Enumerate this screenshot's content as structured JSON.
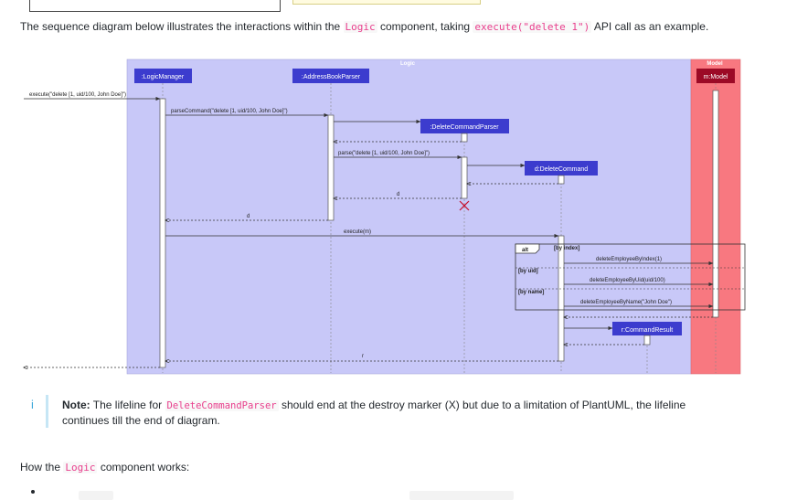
{
  "intro": {
    "prefix": "The sequence diagram below illustrates the interactions within the ",
    "component": "Logic",
    "middle": " component, taking ",
    "api_call": "execute(\"delete 1\")",
    "suffix": " API call as an example."
  },
  "diagram": {
    "logic_box_label": "Logic",
    "model_box_label": "Model",
    "participants": {
      "logic_manager": ":LogicManager",
      "address_book_parser": ":AddressBookParser",
      "delete_command_parser": ":DeleteCommandParser",
      "delete_command": "d:DeleteCommand",
      "model": "m:Model",
      "command_result": "r:CommandResult"
    },
    "messages": {
      "execute_input": "execute(\"delete [1, uid/100, John Doe]\")",
      "parse_command": "parseCommand(\"delete [1, uid/100, John Doe]\")",
      "parse": "parse(\"delete [1, uid/100, John Doe]\")",
      "return_d_1": "d",
      "return_d_2": "d",
      "execute_m": "execute(m)",
      "delete_by_index": "deleteEmployeeByIndex(1)",
      "delete_by_uid": "deleteEmployeeByUid(uid/100)",
      "delete_by_name": "deleteEmployeeByName(\"John Doe\")",
      "return_r": "r"
    },
    "alt": {
      "label": "alt",
      "guard_index": "[by index]",
      "guard_uid": "[by uid]",
      "guard_name": "[by name]"
    },
    "colors": {
      "logic_bg": "#c8c8f8",
      "model_bg": "#f87880",
      "participant": "#3c3cce",
      "model_participant": "#9c0a26"
    }
  },
  "note": {
    "icon": "info-icon",
    "label": "Note:",
    "text1": " The lifeline for ",
    "code": "DeleteCommandParser",
    "text2": " should end at the destroy marker (X) but due to a limitation of PlantUML, the lifeline",
    "text3": "continues till the end of diagram."
  },
  "section": {
    "prefix": "How the ",
    "code": "Logic",
    "suffix": " component works:"
  }
}
